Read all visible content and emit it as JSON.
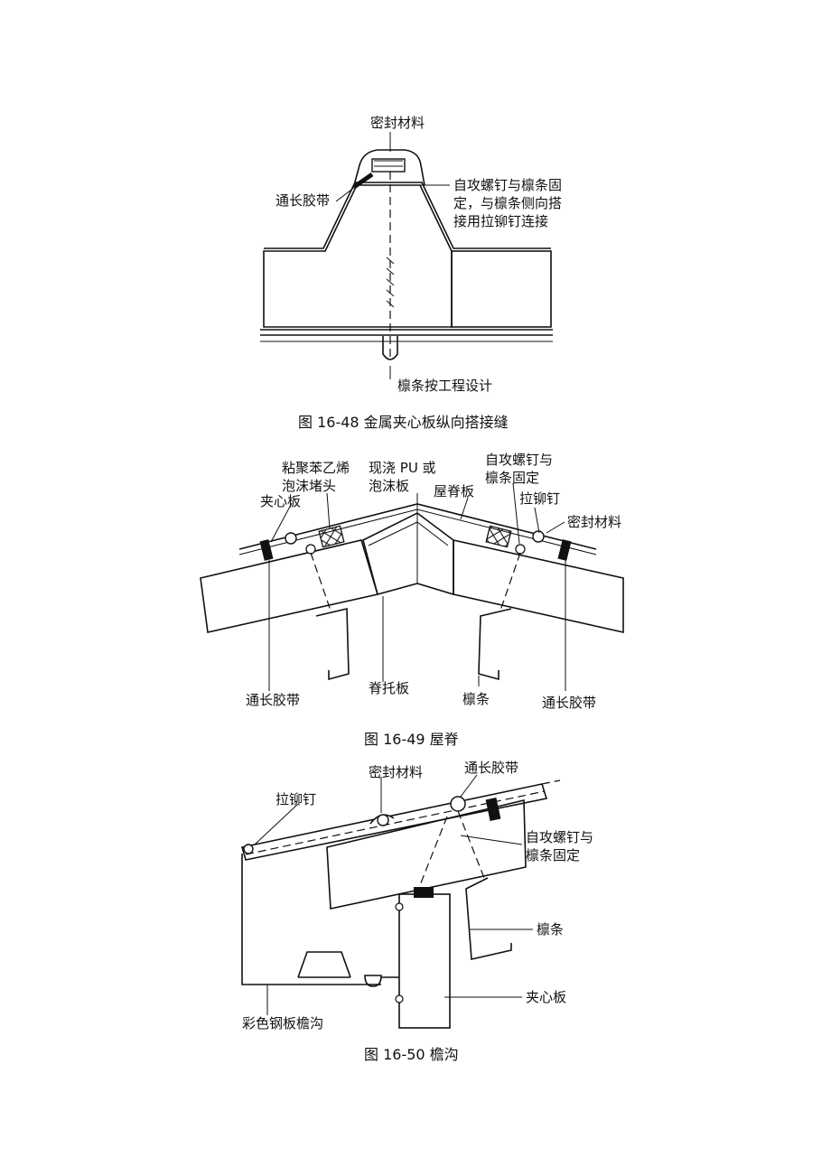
{
  "fig48": {
    "caption": "图 16-48  金属夹心板纵向搭接缝",
    "labels": {
      "sealant": "密封材料",
      "tape": "通长胶带",
      "screw_1": "自攻螺钉与檩条固",
      "screw_2": "定，与檩条侧向搭",
      "screw_3": "接用拉铆钉连接",
      "purlin": "檩条按工程设计"
    }
  },
  "fig49": {
    "caption": "图 16-49  屋脊",
    "labels": {
      "eps_1": "粘聚苯乙烯",
      "eps_2": "泡沫堵头",
      "pu_1": "现浇 PU 或",
      "pu_2": "泡沫板",
      "screw_1": "自攻螺钉与",
      "screw_2": "檩条固定",
      "panel": "夹心板",
      "ridge": "屋脊板",
      "rivet": "拉铆钉",
      "sealant": "密封材料",
      "tape_left": "通长胶带",
      "support": "脊托板",
      "purlin": "檩条",
      "tape_right": "通长胶带"
    }
  },
  "fig50": {
    "caption": "图 16-50  檐沟",
    "labels": {
      "sealant": "密封材料",
      "tape": "通长胶带",
      "rivet": "拉铆钉",
      "screw_1": "自攻螺钉与",
      "screw_2": "檩条固定",
      "purlin": "檩条",
      "panel": "夹心板",
      "gutter": "彩色钢板檐沟"
    }
  }
}
